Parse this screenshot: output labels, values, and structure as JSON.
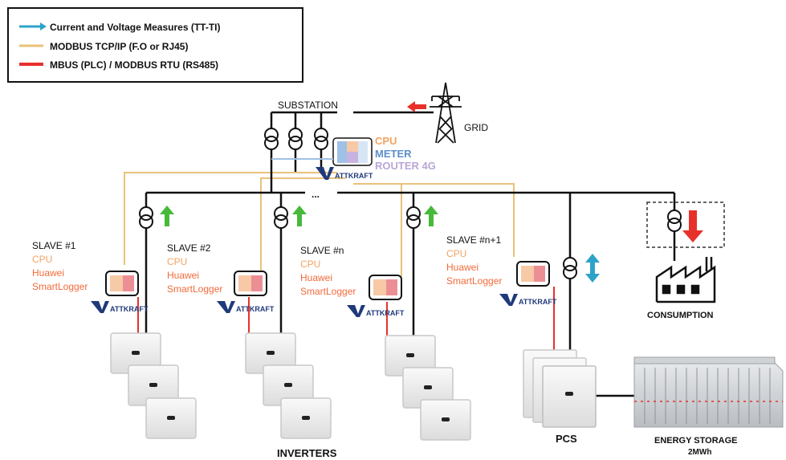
{
  "legend": {
    "items": [
      {
        "label": "Current and Voltage Measures (TT-TI)",
        "color": "#2ea3c9"
      },
      {
        "label": "MODBUS TCP/IP (F.O or RJ45)",
        "color": "#e9c27a"
      },
      {
        "label": "MBUS (PLC) / MODBUS RTU (RS485)",
        "color": "#e8302a"
      }
    ]
  },
  "substation": {
    "label": "SUBSTATION",
    "grid_label": "GRID",
    "cpu_label": "CPU",
    "meter_label": "METER",
    "router_label": "ROUTER 4G",
    "ellipsis": "...",
    "brand": "ATTKRAFT"
  },
  "slaves": [
    {
      "title": "SLAVE #1",
      "cpu": "CPU",
      "line1": "Huawei",
      "line2": "SmartLogger",
      "brand": "ATTKRAFT"
    },
    {
      "title": "SLAVE #2",
      "cpu": "CPU",
      "line1": "Huawei",
      "line2": "SmartLogger",
      "brand": "ATTKRAFT"
    },
    {
      "title": "SLAVE #n",
      "cpu": "CPU",
      "line1": "Huawei",
      "line2": "SmartLogger",
      "brand": "ATTKRAFT"
    },
    {
      "title": "SLAVE #n+1",
      "cpu": "CPU",
      "line1": "Huawei",
      "line2": "SmartLogger",
      "brand": "ATTKRAFT"
    }
  ],
  "labels": {
    "consumption": "CONSUMPTION",
    "inverters": "INVERTERS",
    "pcs": "PCS",
    "storage_line1": "ENERGY STORAGE",
    "storage_line2": "2MWh"
  },
  "colors": {
    "measure": "#2ea3c9",
    "modbus_tcp": "#e9c27a",
    "mbus": "#e8302a",
    "bus": "#111111",
    "arrow_up": "#47b93a",
    "cpu_text": "#f4a261",
    "meter_text": "#5c8fc9",
    "router_text": "#b9a6d8",
    "slave_text": "#f26a3a"
  }
}
